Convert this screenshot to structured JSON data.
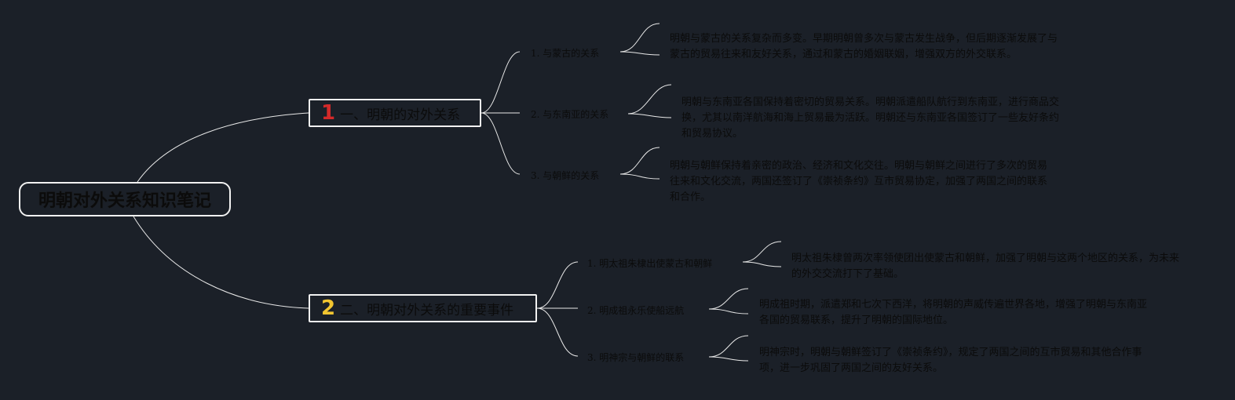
{
  "root": {
    "title": "明朝对外关系知识笔记"
  },
  "branches": [
    {
      "number": "1",
      "number_color": "#d42a2a",
      "title": "一、明朝的对外关系",
      "items": [
        {
          "label": "1. 与蒙古的关系",
          "text": "明朝与蒙古的关系复杂而多变。早期明朝曾多次与蒙古发生战争，但后期逐渐发展了与蒙古的贸易往来和友好关系，通过和蒙古的婚姻联姻，增强双方的外交联系。"
        },
        {
          "label": "2. 与东南亚的关系",
          "text": "明朝与东南亚各国保持着密切的贸易关系。明朝派遣船队航行到东南亚，进行商品交换，尤其以南洋航海和海上贸易最为活跃。明朝还与东南亚各国签订了一些友好条约和贸易协议。"
        },
        {
          "label": "3. 与朝鲜的关系",
          "text": "明朝与朝鲜保持着亲密的政治、经济和文化交往。明朝与朝鲜之间进行了多次的贸易往来和文化交流，两国还签订了《崇祯条约》互市贸易协定，加强了两国之间的联系和合作。"
        }
      ]
    },
    {
      "number": "2",
      "number_color": "#f2c530",
      "title": "二、明朝对外关系的重要事件",
      "items": [
        {
          "label": "1. 明太祖朱棣出使蒙古和朝鲜",
          "text": "明太祖朱棣曾两次率领使团出使蒙古和朝鲜，加强了明朝与这两个地区的关系，为未来的外交交流打下了基础。"
        },
        {
          "label": "2. 明成祖永乐使船远航",
          "text": "明成祖时期，派遣郑和七次下西洋，将明朝的声威传遍世界各地，增强了明朝与东南亚各国的贸易联系，提升了明朝的国际地位。"
        },
        {
          "label": "3. 明神宗与朝鲜的联系",
          "text": "明神宗时，明朝与朝鲜签订了《崇祯条约》，规定了两国之间的互市贸易和其他合作事项，进一步巩固了两国之间的友好关系。"
        }
      ]
    }
  ],
  "colors": {
    "background": "#1b2028",
    "line": "#e8e8e8",
    "text": "#0b0b0b"
  }
}
